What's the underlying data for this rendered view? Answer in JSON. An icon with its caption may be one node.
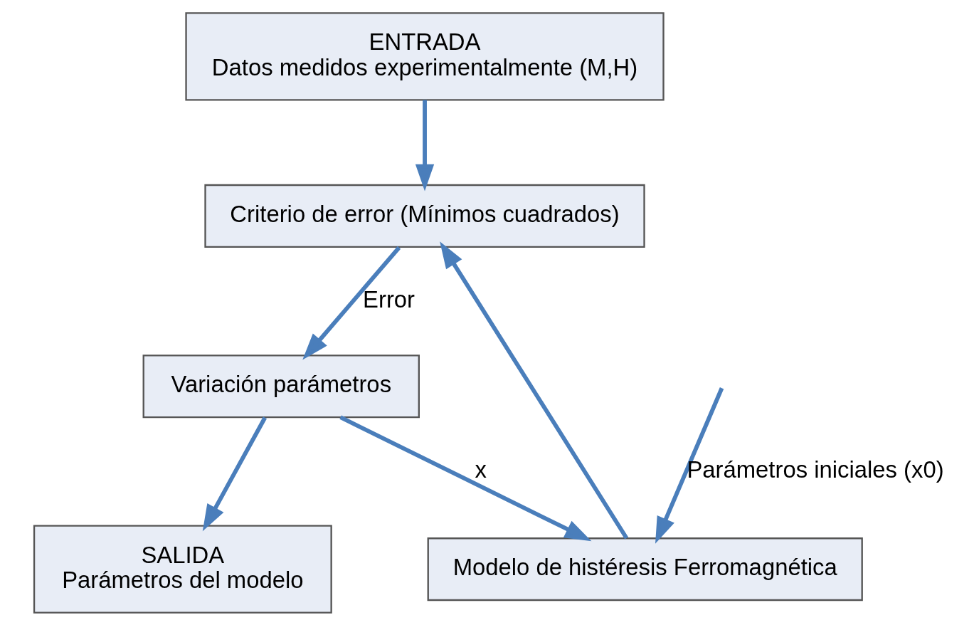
{
  "diagram": {
    "nodes": [
      {
        "text": [
          "ENTRADA",
          "Datos medidos experimentalmente (M,H)"
        ]
      },
      {
        "text": [
          "Criterio de error (Mínimos cuadrados)"
        ]
      },
      {
        "text": [
          "Modelo de histéresis Ferromagnética"
        ]
      },
      {
        "text": [
          "Variación parámetros"
        ]
      },
      {
        "text": [
          "SALIDA",
          "Parámetros del modelo"
        ]
      }
    ],
    "edges": [
      {
        "from": 0,
        "to": 1,
        "arrow": "to"
      },
      {
        "from": 2,
        "to": 1,
        "arrow": "to"
      },
      {
        "from": 1,
        "to": 3,
        "arrow": "to",
        "label": "Error"
      },
      {
        "from": null,
        "to": 2,
        "arrow": "to",
        "label": "Parámetros iniciales (x0)"
      },
      {
        "from": 3,
        "to": 2,
        "arrow": "to",
        "label": "x"
      },
      {
        "from": 3,
        "to": 4,
        "arrow": "to"
      }
    ]
  }
}
